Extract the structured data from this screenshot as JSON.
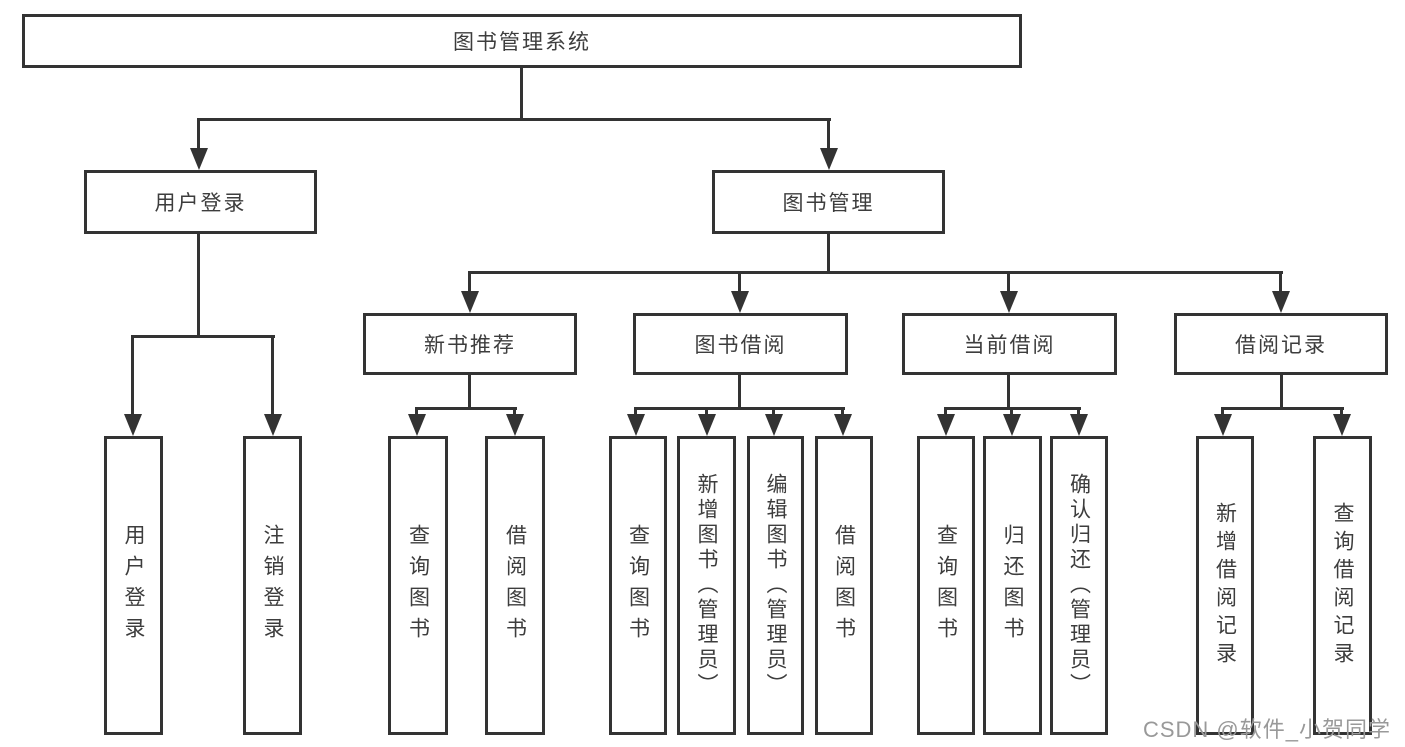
{
  "diagram": {
    "root": {
      "label": "图书管理系统"
    },
    "branches": [
      {
        "label": "用户登录",
        "children": [
          {
            "label": "用户登录"
          },
          {
            "label": "注销登录"
          }
        ]
      },
      {
        "label": "图书管理",
        "children": [
          {
            "label": "新书推荐",
            "children": [
              {
                "label": "查询图书"
              },
              {
                "label": "借阅图书"
              }
            ]
          },
          {
            "label": "图书借阅",
            "children": [
              {
                "label": "查询图书"
              },
              {
                "label": "新增图书（管理员）"
              },
              {
                "label": "编辑图书（管理员）"
              },
              {
                "label": "借阅图书"
              }
            ]
          },
          {
            "label": "当前借阅",
            "children": [
              {
                "label": "查询图书"
              },
              {
                "label": "归还图书"
              },
              {
                "label": "确认归还（管理员）"
              }
            ]
          },
          {
            "label": "借阅记录",
            "children": [
              {
                "label": "新增借阅记录"
              },
              {
                "label": "查询借阅记录"
              }
            ]
          }
        ]
      }
    ]
  },
  "colors": {
    "line": "#333333",
    "text": "#3d3d3d",
    "watermark": "#999999",
    "background": "#ffffff"
  },
  "watermark": {
    "text": "CSDN @软件_小贺同学"
  }
}
